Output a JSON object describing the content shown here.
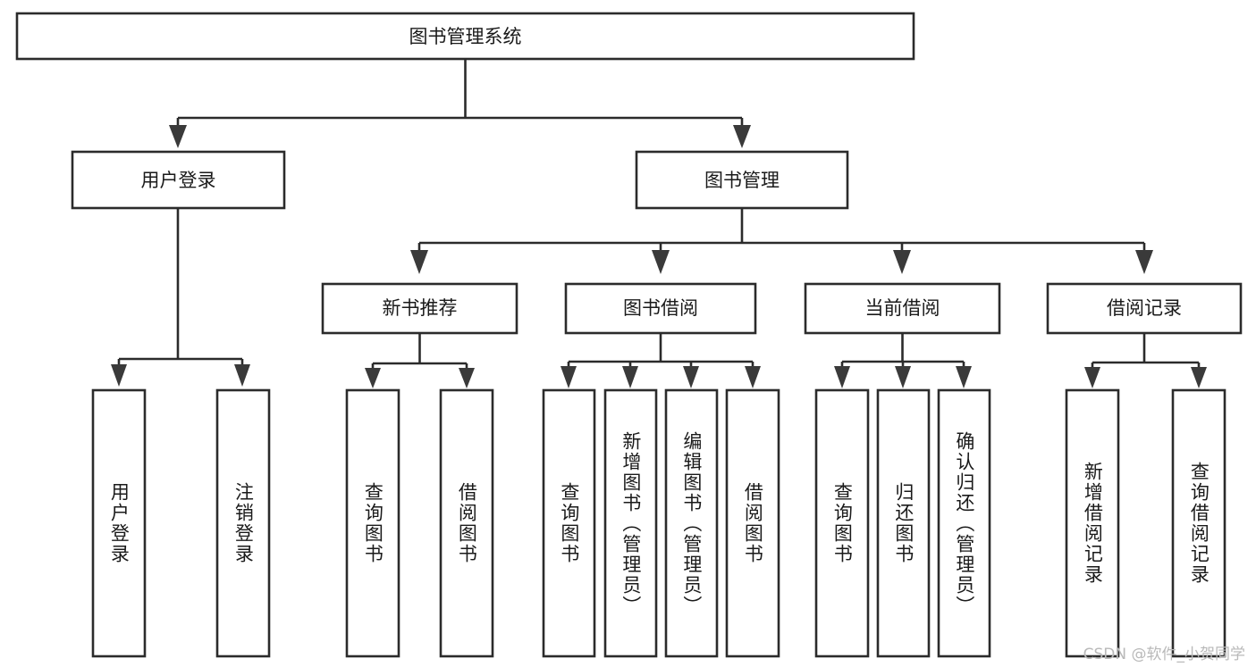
{
  "diagram": {
    "type": "tree",
    "title": "图书管理系统",
    "orientation": "top-down",
    "colors": {
      "box_stroke": "#2b2b2b",
      "box_fill": "#ffffff",
      "connector": "#2b2b2b",
      "arrow": "#3a3a3a",
      "text": "#1a1a1a",
      "watermark": "#b9b9b9",
      "background": "#ffffff"
    },
    "root": {
      "label": "图书管理系统"
    },
    "level2": [
      {
        "label": "用户登录"
      },
      {
        "label": "图书管理"
      }
    ],
    "level3": [
      {
        "label": "新书推荐"
      },
      {
        "label": "图书借阅"
      },
      {
        "label": "当前借阅"
      },
      {
        "label": "借阅记录"
      }
    ],
    "leaves": {
      "user_login": [
        {
          "label": "用户登录"
        },
        {
          "label": "注销登录"
        }
      ],
      "new_book_recommend": [
        {
          "label": "查询图书"
        },
        {
          "label": "借阅图书"
        }
      ],
      "book_borrow": [
        {
          "label": "查询图书"
        },
        {
          "label": "新增图书（管理员）"
        },
        {
          "label": "编辑图书（管理员）"
        },
        {
          "label": "借阅图书"
        }
      ],
      "current_borrow": [
        {
          "label": "查询图书"
        },
        {
          "label": "归还图书"
        },
        {
          "label": "确认归还（管理员）"
        }
      ],
      "borrow_record": [
        {
          "label": "新增借阅记录"
        },
        {
          "label": "查询借阅记录"
        }
      ]
    }
  },
  "watermark": {
    "text": "CSDN @软件_小贺同学"
  }
}
